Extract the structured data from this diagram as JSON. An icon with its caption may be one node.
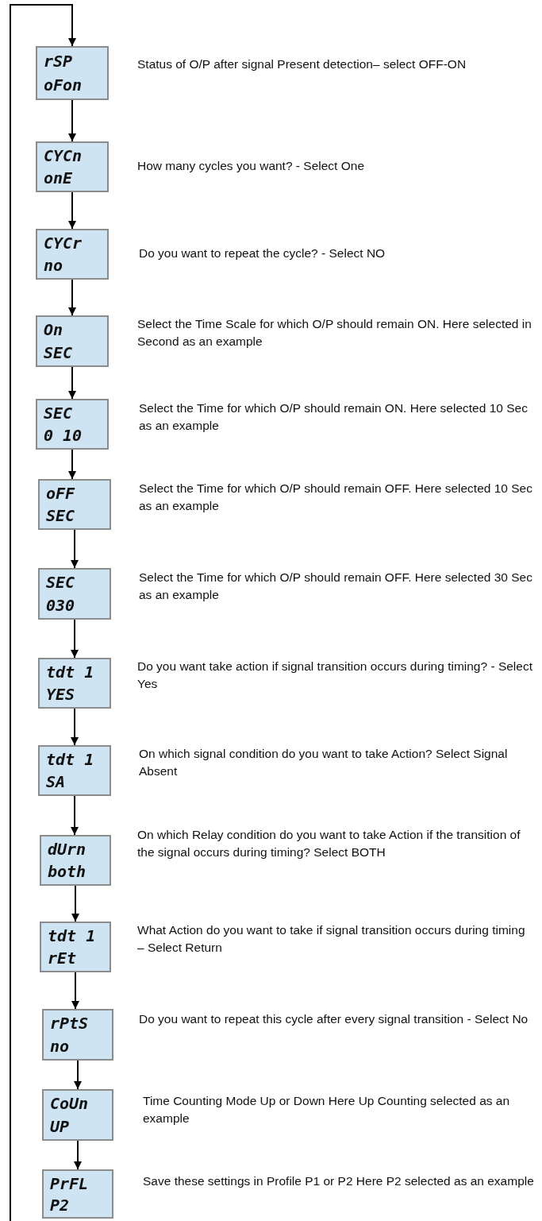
{
  "diagram": {
    "nodes": [
      {
        "text": [
          "rSP",
          "oFon"
        ],
        "beside": [
          "Status of O/P after signal Present detection– select OFF-ON"
        ]
      },
      {
        "text": [
          "CYCn",
          "onE"
        ],
        "beside": [
          "How many cycles  you want? - Select One"
        ]
      },
      {
        "text": [
          "CYCr",
          "no"
        ],
        "beside": [
          "Do you want to repeat the cycle? - Select NO"
        ]
      },
      {
        "text": [
          "On",
          "SEC"
        ],
        "beside": [
          "Select the Time Scale for which O/P should remain ON. Here selected in Second as an example"
        ]
      },
      {
        "text": [
          "SEC",
          "0 10"
        ],
        "beside": [
          "Select the Time for which O/P should remain ON. Here selected 10 Sec  as an example"
        ]
      },
      {
        "text": [
          "oFF",
          "SEC"
        ],
        "beside": [
          "Select the Time for which O/P should remain OFF. Here selected 10 Sec  as an example"
        ]
      },
      {
        "text": [
          "SEC",
          "030"
        ],
        "beside": [
          "Select the Time for which O/P should remain OFF. Here selected 30 Sec  as an example"
        ]
      },
      {
        "text": [
          "tdt 1",
          "YES"
        ],
        "beside": [
          "Do you want take action if signal transition occurs during timing? - Select Yes"
        ]
      },
      {
        "text": [
          "tdt 1",
          "SA"
        ],
        "beside": [
          "On which signal condition do you want to take Action? Select Signal Absent"
        ]
      },
      {
        "text": [
          "dUrn",
          "both"
        ],
        "beside": [
          "On which Relay condition do you want to take Action if the transition of the signal occurs during timing? Select BOTH"
        ]
      },
      {
        "text": [
          "tdt 1",
          "rEt"
        ],
        "beside": [
          "What Action do you want to take if signal transition occurs during timing – Select Return"
        ]
      },
      {
        "text": [
          "rPtS",
          "no"
        ],
        "beside": [
          "Do you want to repeat this cycle after every signal transition - Select No"
        ]
      },
      {
        "text": [
          "CoUn",
          "UP"
        ],
        "beside": [
          "Time Counting Mode Up or Down Here Up Counting selected as an example"
        ]
      },
      {
        "text": [
          "PrFL",
          "P2"
        ],
        "beside": [
          "Save these settings in Profile P1 or P2 Here P2 selected as an example"
        ]
      }
    ],
    "edges": [
      {
        "from": null,
        "to": 0,
        "arrow": "to"
      },
      {
        "from": 0,
        "to": 1,
        "arrow": "to"
      },
      {
        "from": 1,
        "to": 2,
        "arrow": "to"
      },
      {
        "from": 2,
        "to": 3,
        "arrow": "to"
      },
      {
        "from": 3,
        "to": 4,
        "arrow": "to"
      },
      {
        "from": 4,
        "to": 5,
        "arrow": "to"
      },
      {
        "from": 5,
        "to": 6,
        "arrow": "to"
      },
      {
        "from": 6,
        "to": 7,
        "arrow": "to"
      },
      {
        "from": 7,
        "to": 8,
        "arrow": "to"
      },
      {
        "from": 8,
        "to": 9,
        "arrow": "to"
      },
      {
        "from": 9,
        "to": 10,
        "arrow": "to"
      },
      {
        "from": 10,
        "to": 11,
        "arrow": "to"
      },
      {
        "from": 11,
        "to": 12,
        "arrow": "to"
      },
      {
        "from": 12,
        "to": 13,
        "arrow": "to"
      }
    ]
  }
}
